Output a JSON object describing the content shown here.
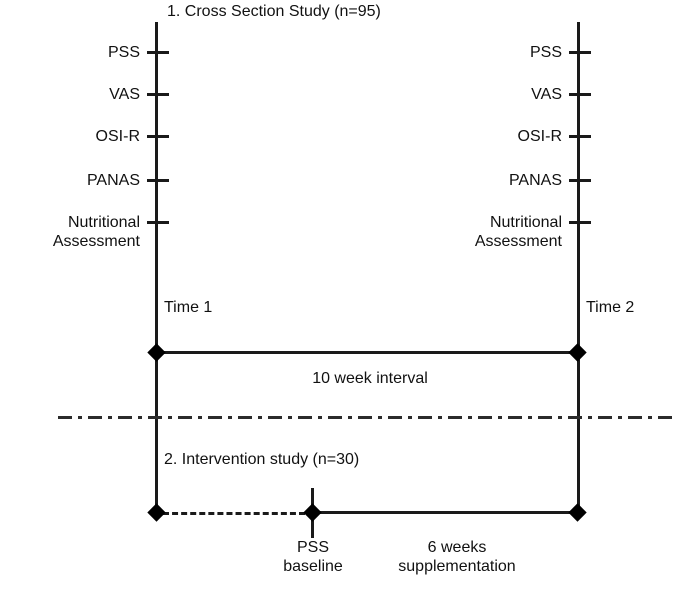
{
  "figure": {
    "title_cross_section": "1. Cross Section Study (n=95)",
    "title_intervention": "2. Intervention study (n=30)"
  },
  "timepoints": {
    "time1_label": "Time 1",
    "time2_label": "Time 2"
  },
  "measures_time1": [
    {
      "label": "PSS"
    },
    {
      "label": "VAS"
    },
    {
      "label": "OSI-R"
    },
    {
      "label": "PANAS"
    },
    {
      "label": "Nutritional\nAssessment"
    }
  ],
  "measures_time2": [
    {
      "label": "PSS"
    },
    {
      "label": "VAS"
    },
    {
      "label": "OSI-R"
    },
    {
      "label": "PANAS"
    },
    {
      "label": "Nutritional\nAssessment"
    }
  ],
  "intervals": {
    "cross_section_interval": "10 week interval",
    "supplementation": "6 weeks\nsupplementation"
  },
  "intervention": {
    "baseline_label": "PSS\nbaseline"
  },
  "colors": {
    "stroke": "#1a1a1a",
    "text": "#111111",
    "background": "#ffffff",
    "marker": "#000000"
  },
  "chart_data": {
    "type": "table",
    "title": "Study design timeline",
    "studies": [
      {
        "name": "1. Cross Section Study (n=95)",
        "n": 95,
        "timepoints": [
          "Time 1",
          "Time 2"
        ],
        "interval": "10 week interval",
        "measures": [
          "PSS",
          "VAS",
          "OSI-R",
          "PANAS",
          "Nutritional Assessment"
        ]
      },
      {
        "name": "2. Intervention study (n=30)",
        "n": 30,
        "events": [
          "PSS baseline"
        ],
        "interval": "6 weeks supplementation"
      }
    ]
  }
}
